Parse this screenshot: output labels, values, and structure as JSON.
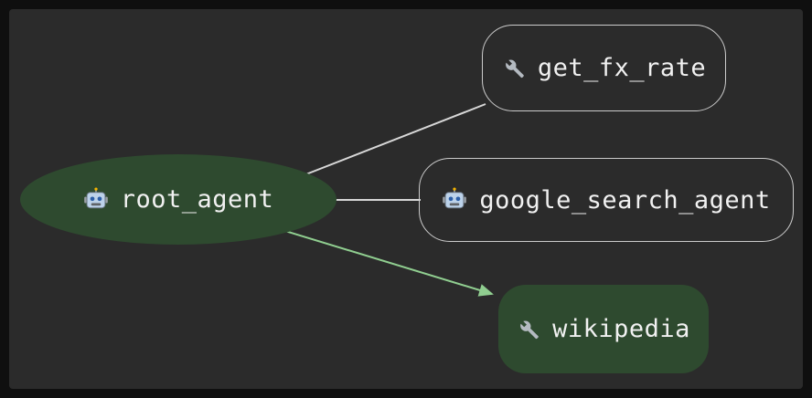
{
  "colors": {
    "frame": "#0f0f0f",
    "panel": "#2b2b2b",
    "edge": "#d8d8d8",
    "edge_highlight": "#90ce90",
    "agent_fill": "#2e4a2f",
    "node_border": "#cccccc",
    "label_text": "#f1f1f1"
  },
  "graph": {
    "nodes": [
      {
        "id": "root_agent",
        "label": "root_agent",
        "icon": "robot-icon",
        "shape": "ellipse",
        "fill": "green"
      },
      {
        "id": "get_fx_rate",
        "label": "get_fx_rate",
        "icon": "wrench-icon",
        "shape": "rounded-rect",
        "fill": "outline"
      },
      {
        "id": "google_search_agent",
        "label": "google_search_agent",
        "icon": "robot-icon",
        "shape": "rounded-rect",
        "fill": "outline"
      },
      {
        "id": "wikipedia",
        "label": "wikipedia",
        "icon": "wrench-icon",
        "shape": "rounded-rect",
        "fill": "green"
      }
    ],
    "edges": [
      {
        "from": "root_agent",
        "to": "get_fx_rate",
        "style": "plain",
        "arrow": false
      },
      {
        "from": "root_agent",
        "to": "google_search_agent",
        "style": "plain",
        "arrow": false
      },
      {
        "from": "root_agent",
        "to": "wikipedia",
        "style": "highlight",
        "arrow": true
      }
    ]
  }
}
